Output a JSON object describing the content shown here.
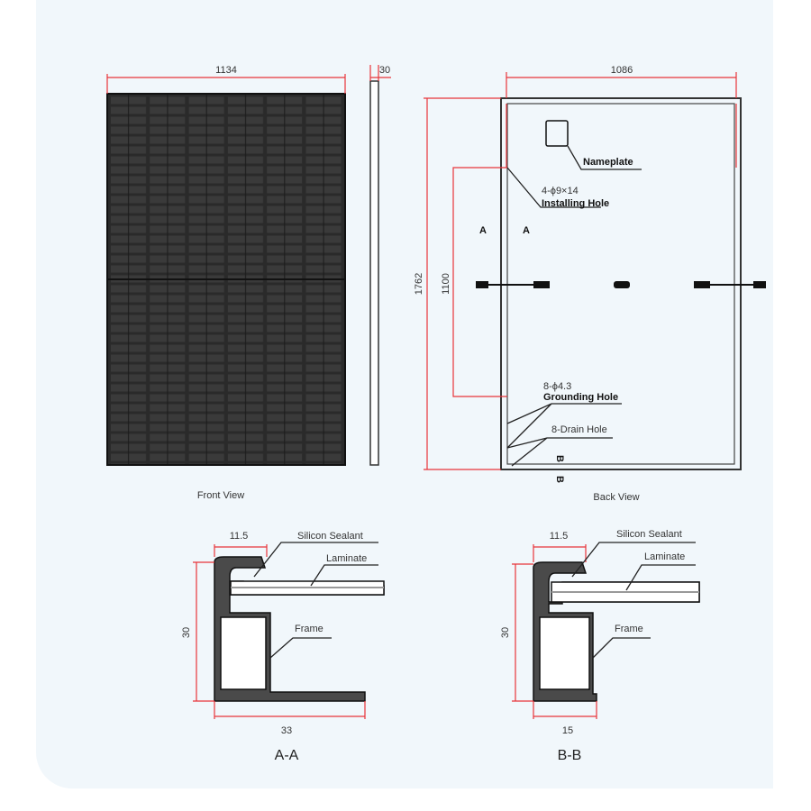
{
  "front_view": {
    "width_dim": "1134",
    "caption": "Front View"
  },
  "side_view": {
    "thickness_dim": "30"
  },
  "back_view": {
    "width_dim": "1086",
    "height_dim": "1762",
    "hole_spacing_dim": "1100",
    "nameplate": "Nameplate",
    "installing_hole_spec": "4-ϕ9×14",
    "installing_hole": "Installing Hole",
    "section_a_left": "A",
    "section_a_right": "A",
    "grounding_hole_spec": "8-ϕ4.3",
    "grounding_hole": "Grounding Hole",
    "drain_hole": "8-Drain Hole",
    "section_b_top": "B",
    "section_b_bottom": "B",
    "caption": "Back View"
  },
  "section_aa": {
    "width_top": "11.5",
    "height": "30",
    "width_bottom": "33",
    "sealant": "Silicon Sealant",
    "laminate": "Laminate",
    "frame": "Frame",
    "caption": "A-A"
  },
  "section_bb": {
    "width_top": "11.5",
    "height": "30",
    "width_bottom": "15",
    "sealant": "Silicon Sealant",
    "laminate": "Laminate",
    "frame": "Frame",
    "caption": "B-B"
  }
}
